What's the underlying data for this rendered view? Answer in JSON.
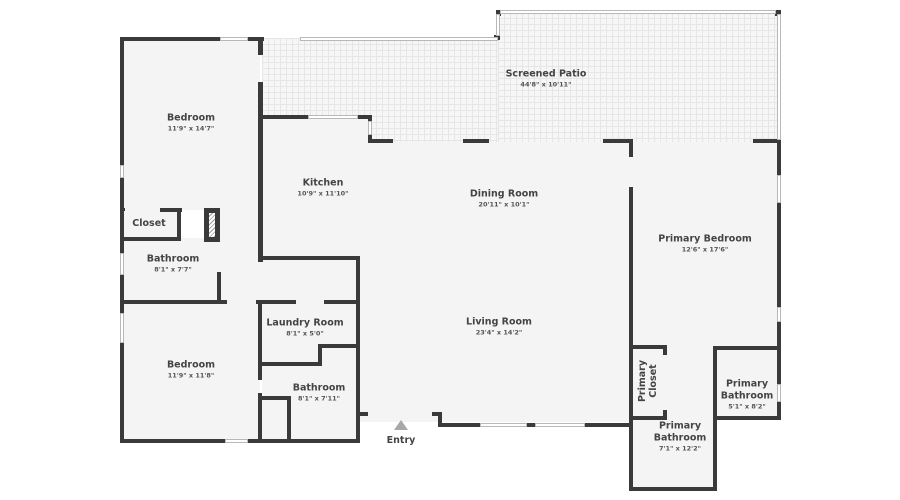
{
  "floor_plan": {
    "rooms": [
      {
        "id": "screened-patio",
        "name": "Screened Patio",
        "dimensions": "44'8\" x 10'11\""
      },
      {
        "id": "bedroom-1",
        "name": "Bedroom",
        "dimensions": "11'9\" x 14'7\""
      },
      {
        "id": "kitchen",
        "name": "Kitchen",
        "dimensions": "10'9\" x 11'10\""
      },
      {
        "id": "dining-room",
        "name": "Dining Room",
        "dimensions": "20'11\" x 10'1\""
      },
      {
        "id": "closet",
        "name": "Closet",
        "dimensions": ""
      },
      {
        "id": "bathroom-1",
        "name": "Bathroom",
        "dimensions": "8'1\" x 7'7\""
      },
      {
        "id": "primary-bedroom",
        "name": "Primary Bedroom",
        "dimensions": "12'6\" x 17'6\""
      },
      {
        "id": "laundry-room",
        "name": "Laundry Room",
        "dimensions": "8'1\" x 5'0\""
      },
      {
        "id": "living-room",
        "name": "Living Room",
        "dimensions": "23'4\" x 14'2\""
      },
      {
        "id": "bedroom-2",
        "name": "Bedroom",
        "dimensions": "11'9\" x 11'8\""
      },
      {
        "id": "bathroom-2",
        "name": "Bathroom",
        "dimensions": "8'1\" x 7'11\""
      },
      {
        "id": "primary-closet",
        "name": "Primary Closet",
        "name_line1": "Primary",
        "name_line2": "Closet",
        "dimensions": ""
      },
      {
        "id": "primary-bathroom-small",
        "name": "Primary Bathroom",
        "name_line1": "Primary",
        "name_line2": "Bathroom",
        "dimensions": "5'1\" x 8'2\""
      },
      {
        "id": "primary-bathroom-large",
        "name": "Primary Bathroom",
        "name_line1": "Primary",
        "name_line2": "Bathroom",
        "dimensions": "7'1\" x 12'2\""
      }
    ],
    "entry": {
      "label": "Entry",
      "icon": "triangle-up-arrow"
    },
    "colors": {
      "wall": "#3a3a3a",
      "floor": "#f4f4f4",
      "patio_tile": "#e6e6e6",
      "window": "#b8b8b8",
      "label": "#444444",
      "entry_arrow": "#a8a8a8"
    }
  }
}
